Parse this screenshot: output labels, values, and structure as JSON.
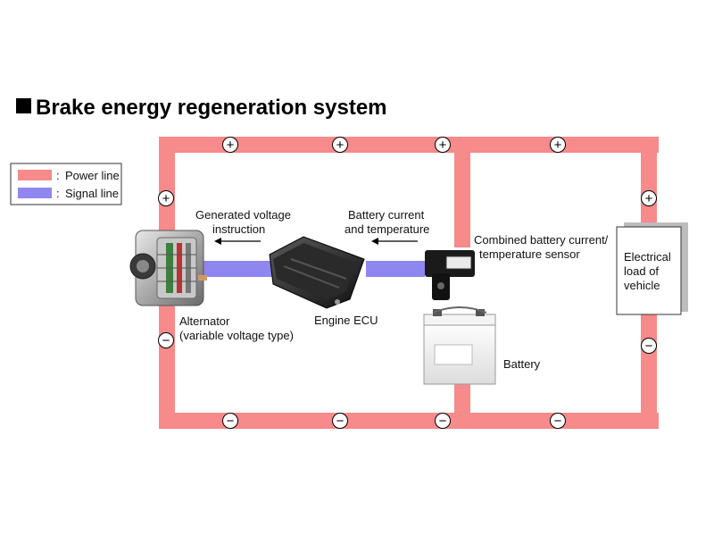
{
  "title": "Brake energy regeneration system",
  "legend": {
    "power": {
      "label": "Power line",
      "color": "#f78a8a"
    },
    "signal": {
      "label": "Signal line",
      "color": "#8f86f0"
    },
    "separator": ":"
  },
  "labels": {
    "generated_voltage": [
      "Generated voltage",
      "instruction"
    ],
    "battery_current": [
      "Battery current",
      "and temperature"
    ],
    "sensor": [
      "Combined battery current/",
      "temperature sensor"
    ],
    "load": [
      "Electrical",
      "load of",
      "vehicle"
    ],
    "alternator": [
      "Alternator",
      "(variable voltage type)"
    ],
    "ecu": "Engine ECU",
    "battery": "Battery"
  },
  "symbols": {
    "plus": "+",
    "minus": "−"
  },
  "arrow_glyph": "←"
}
